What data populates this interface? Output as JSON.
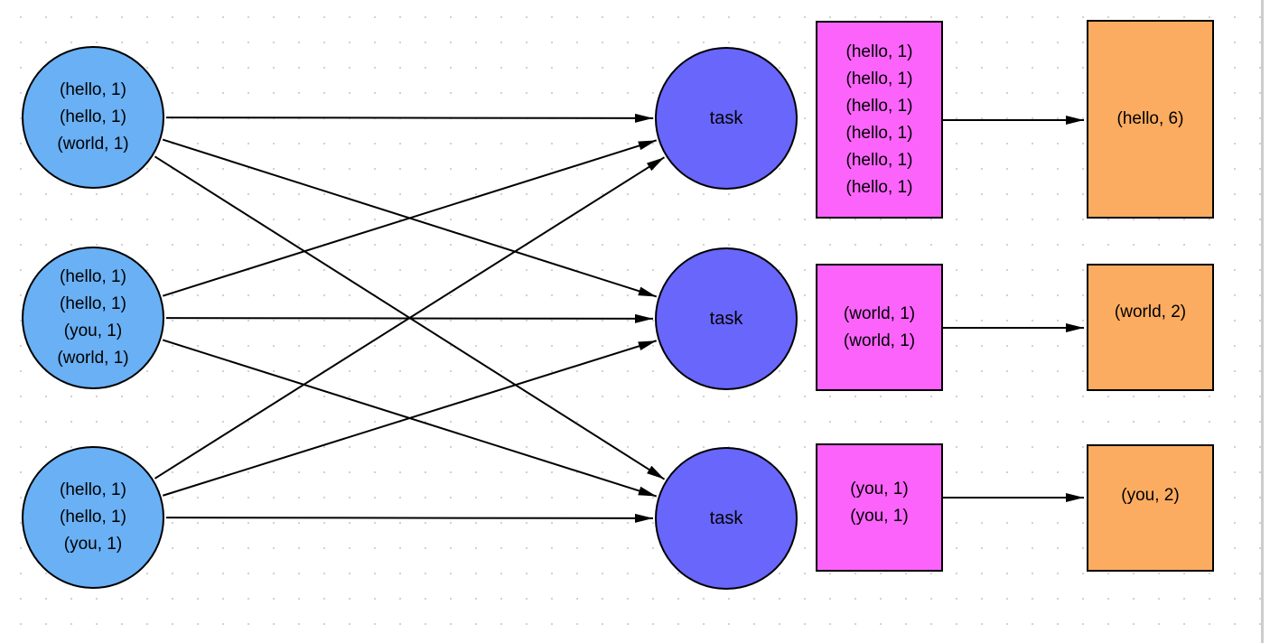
{
  "diagram": {
    "map_tasks": [
      {
        "lines": [
          "(hello, 1)",
          "(hello, 1)",
          "(world, 1)"
        ]
      },
      {
        "lines": [
          "(hello, 1)",
          "(hello, 1)",
          "(you, 1)",
          "(world, 1)"
        ]
      },
      {
        "lines": [
          "(hello, 1)",
          "(hello, 1)",
          "(you, 1)"
        ]
      }
    ],
    "task_nodes": [
      {
        "label": "task"
      },
      {
        "label": "task"
      },
      {
        "label": "task"
      }
    ],
    "shuffle_groups": [
      {
        "lines": [
          "(hello, 1)",
          "(hello, 1)",
          "(hello, 1)",
          "(hello, 1)",
          "(hello, 1)",
          "(hello, 1)"
        ]
      },
      {
        "lines": [
          "(world, 1)",
          "(world, 1)"
        ]
      },
      {
        "lines": [
          "(you, 1)",
          "(you, 1)"
        ]
      }
    ],
    "outputs": [
      {
        "label": "(hello, 6)"
      },
      {
        "label": "(world, 2)"
      },
      {
        "label": "(you, 2)"
      }
    ],
    "edges": {
      "map_to_task": [
        [
          0,
          0
        ],
        [
          0,
          1
        ],
        [
          0,
          2
        ],
        [
          1,
          0
        ],
        [
          1,
          1
        ],
        [
          1,
          2
        ],
        [
          2,
          0
        ],
        [
          2,
          1
        ],
        [
          2,
          2
        ]
      ],
      "shuffle_to_output": [
        [
          0,
          0
        ],
        [
          1,
          1
        ],
        [
          2,
          2
        ]
      ]
    },
    "colors": {
      "map_fill": "#69B0F5",
      "task_fill": "#6966FB",
      "shuffle_fill": "#FB63FB",
      "output_fill": "#FBAC60",
      "stroke": "#000000",
      "arrow": "#000000",
      "grid_dot": "#D2D2D2"
    }
  }
}
